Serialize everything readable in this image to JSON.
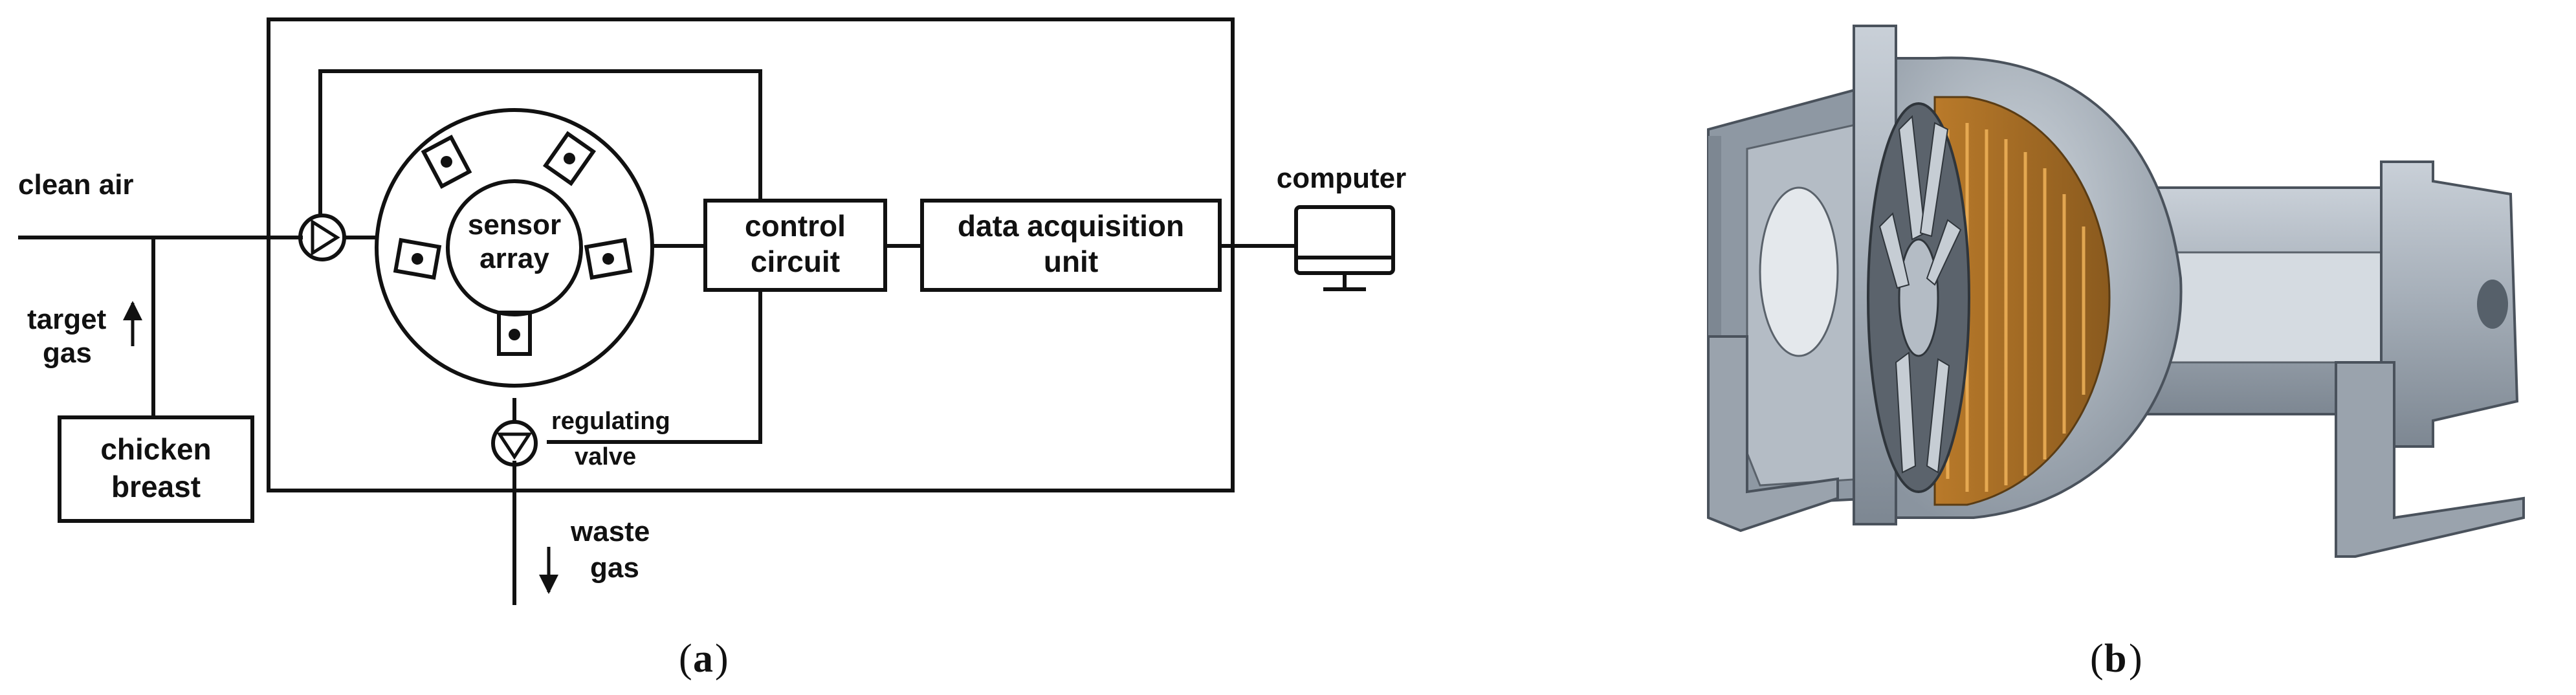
{
  "panel_a": {
    "labels": {
      "clean_air": "clean air",
      "target": "target",
      "gas": "gas",
      "chicken": "chicken",
      "breast": "breast",
      "sensor": "sensor",
      "array": "array",
      "control": "control",
      "circuit": "circuit",
      "daq_line1": "data acquisition",
      "daq_line2": "unit",
      "computer": "computer",
      "regulating": "regulating",
      "valve": "valve",
      "waste": "waste",
      "waste_gas": "gas"
    },
    "caption_letter": "a"
  },
  "panel_b": {
    "caption_letter": "b"
  },
  "colors": {
    "line": "#111111",
    "chamber_gray": "#a3abb5",
    "chamber_dark": "#6f7883",
    "sensor_copper": "#c98a3a"
  }
}
